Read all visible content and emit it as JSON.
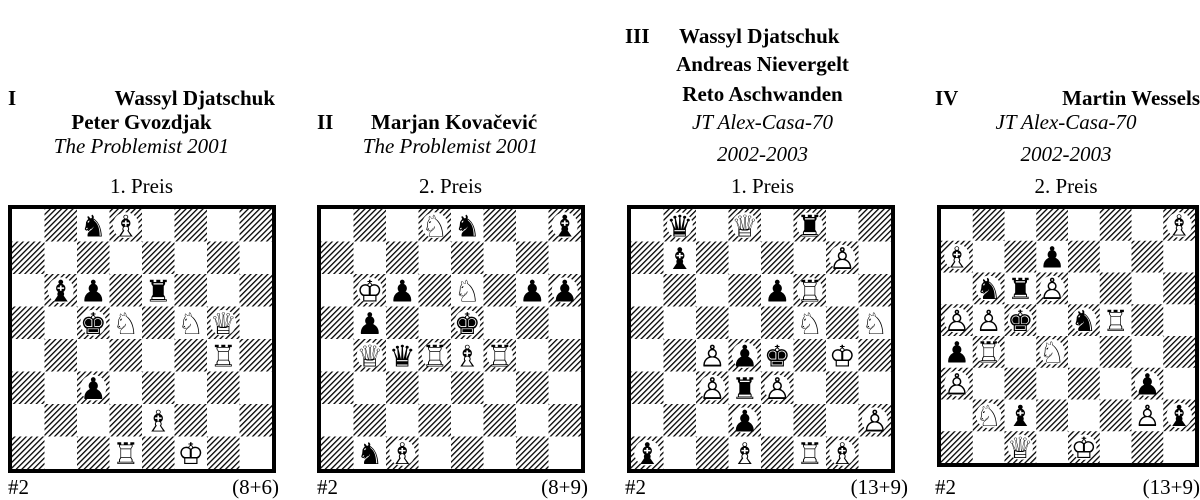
{
  "problems": [
    {
      "numeral": "I",
      "authors": [
        "Wassyl Djatschuk",
        "Peter Gvozdjak"
      ],
      "source": "The Problemist 2001",
      "year": "",
      "award": "1. Preis",
      "stipulation": "#2",
      "count": "(8+6)",
      "pieces": [
        {
          "sq": "c8",
          "p": "bN"
        },
        {
          "sq": "d8",
          "p": "wB"
        },
        {
          "sq": "b6",
          "p": "bB"
        },
        {
          "sq": "c6",
          "p": "bP"
        },
        {
          "sq": "e6",
          "p": "bR"
        },
        {
          "sq": "c5",
          "p": "bK"
        },
        {
          "sq": "d5",
          "p": "wN"
        },
        {
          "sq": "f5",
          "p": "wN"
        },
        {
          "sq": "g5",
          "p": "wQ"
        },
        {
          "sq": "g4",
          "p": "wR"
        },
        {
          "sq": "c3",
          "p": "bP"
        },
        {
          "sq": "e2",
          "p": "wB"
        },
        {
          "sq": "d1",
          "p": "wR"
        },
        {
          "sq": "f1",
          "p": "wK"
        }
      ]
    },
    {
      "numeral": "II",
      "authors": [
        "Marjan Kovačević"
      ],
      "source": "The Problemist 2001",
      "year": "",
      "award": "2. Preis",
      "stipulation": "#2",
      "count": "(8+9)",
      "pieces": [
        {
          "sq": "d8",
          "p": "wN"
        },
        {
          "sq": "e8",
          "p": "bN"
        },
        {
          "sq": "h8",
          "p": "bB"
        },
        {
          "sq": "b6",
          "p": "wK"
        },
        {
          "sq": "c6",
          "p": "bP"
        },
        {
          "sq": "e6",
          "p": "wN"
        },
        {
          "sq": "g6",
          "p": "bP"
        },
        {
          "sq": "h6",
          "p": "bP"
        },
        {
          "sq": "b5",
          "p": "bP"
        },
        {
          "sq": "e5",
          "p": "bK"
        },
        {
          "sq": "b4",
          "p": "wQ"
        },
        {
          "sq": "c4",
          "p": "bQ"
        },
        {
          "sq": "d4",
          "p": "wR"
        },
        {
          "sq": "e4",
          "p": "wB"
        },
        {
          "sq": "f4",
          "p": "wR"
        },
        {
          "sq": "b1",
          "p": "bN"
        },
        {
          "sq": "c1",
          "p": "wB"
        }
      ]
    },
    {
      "numeral": "III",
      "authors": [
        "Wassyl Djatschuk",
        "Andreas Nievergelt",
        "Reto Aschwanden"
      ],
      "source": "JT Alex-Casa-70",
      "year": "2002-2003",
      "award": "1. Preis",
      "stipulation": "#2",
      "count": "(13+9)",
      "pieces": [
        {
          "sq": "b8",
          "p": "bQ"
        },
        {
          "sq": "d8",
          "p": "wQ"
        },
        {
          "sq": "f8",
          "p": "bR"
        },
        {
          "sq": "b7",
          "p": "bB"
        },
        {
          "sq": "g7",
          "p": "wP"
        },
        {
          "sq": "e6",
          "p": "bP"
        },
        {
          "sq": "f6",
          "p": "wR"
        },
        {
          "sq": "f5",
          "p": "wN"
        },
        {
          "sq": "h5",
          "p": "wN"
        },
        {
          "sq": "c4",
          "p": "wP"
        },
        {
          "sq": "d4",
          "p": "bP"
        },
        {
          "sq": "e4",
          "p": "bK"
        },
        {
          "sq": "g4",
          "p": "wK"
        },
        {
          "sq": "c3",
          "p": "wP"
        },
        {
          "sq": "d3",
          "p": "bR"
        },
        {
          "sq": "e3",
          "p": "wP"
        },
        {
          "sq": "d2",
          "p": "bP"
        },
        {
          "sq": "h2",
          "p": "wP"
        },
        {
          "sq": "a1",
          "p": "bB"
        },
        {
          "sq": "d1",
          "p": "wB"
        },
        {
          "sq": "f1",
          "p": "wR"
        },
        {
          "sq": "g1",
          "p": "wB"
        }
      ]
    },
    {
      "numeral": "IV",
      "authors": [
        "Martin Wessels"
      ],
      "source": "JT Alex-Casa-70",
      "year": "2002-2003",
      "award": "2. Preis",
      "stipulation": "#2",
      "count": "(13+9)",
      "pieces": [
        {
          "sq": "h8",
          "p": "wB"
        },
        {
          "sq": "a7",
          "p": "wB"
        },
        {
          "sq": "d7",
          "p": "bP"
        },
        {
          "sq": "b6",
          "p": "bN"
        },
        {
          "sq": "c6",
          "p": "bR"
        },
        {
          "sq": "d6",
          "p": "wP"
        },
        {
          "sq": "a5",
          "p": "wP"
        },
        {
          "sq": "b5",
          "p": "wP"
        },
        {
          "sq": "c5",
          "p": "bK"
        },
        {
          "sq": "e5",
          "p": "bN"
        },
        {
          "sq": "f5",
          "p": "wR"
        },
        {
          "sq": "a4",
          "p": "bP"
        },
        {
          "sq": "b4",
          "p": "wR"
        },
        {
          "sq": "d4",
          "p": "wN"
        },
        {
          "sq": "a3",
          "p": "wP"
        },
        {
          "sq": "g3",
          "p": "bP"
        },
        {
          "sq": "b2",
          "p": "wN"
        },
        {
          "sq": "c2",
          "p": "bB"
        },
        {
          "sq": "g2",
          "p": "wP"
        },
        {
          "sq": "h2",
          "p": "bB"
        },
        {
          "sq": "c1",
          "p": "wQ"
        },
        {
          "sq": "e1",
          "p": "wK"
        }
      ]
    }
  ]
}
